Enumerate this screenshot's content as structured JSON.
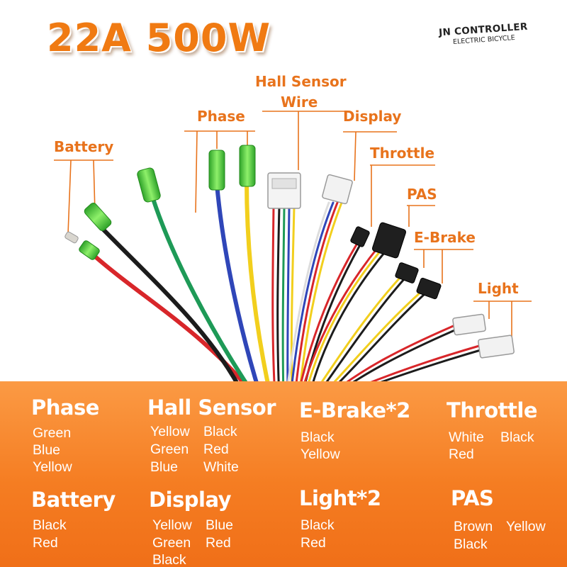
{
  "headline": "22A 500W",
  "logo": {
    "line1": "JN CONTROLLER",
    "line2": "ELECTRIC BICYCLE"
  },
  "diagram_labels": {
    "battery": "Battery",
    "phase": "Phase",
    "hall_line1": "Hall Sensor",
    "hall_line2": "Wire",
    "display": "Display",
    "throttle": "Throttle",
    "pas": "PAS",
    "ebrake": "E-Brake",
    "light": "Light"
  },
  "colors": {
    "accent_orange": "#f07a12",
    "label_orange": "#e8731c",
    "panel_orange": "#f57d22",
    "wire_red": "#d8262a",
    "wire_black": "#1c1c1c",
    "wire_green": "#1e9a57",
    "wire_blue": "#2f46b8",
    "wire_yellow": "#f2cf1d",
    "wire_white": "#eeeeee",
    "connector_green": "#4ccc3a"
  },
  "panel": {
    "phase": {
      "title": "Phase",
      "items": [
        "Green",
        "Blue",
        "Yellow"
      ]
    },
    "hall": {
      "title": "Hall Sensor",
      "items": [
        "Yellow",
        "Black",
        "Green",
        "Red",
        "Blue",
        "White"
      ]
    },
    "ebrake": {
      "title": "E-Brake*2",
      "items": [
        "Black",
        "Yellow"
      ]
    },
    "throttle": {
      "title": "Throttle",
      "items": [
        "White",
        "Black",
        "Red"
      ]
    },
    "battery": {
      "title": "Battery",
      "items": [
        "Black",
        "Red"
      ]
    },
    "display": {
      "title": "Display",
      "items": [
        "Yellow",
        "Blue",
        "Green",
        "Red",
        "Black"
      ]
    },
    "light": {
      "title": "Light*2",
      "items": [
        "Black",
        "Red"
      ]
    },
    "pas": {
      "title": "PAS",
      "items": [
        "Brown",
        "Yellow",
        "Black"
      ]
    }
  }
}
